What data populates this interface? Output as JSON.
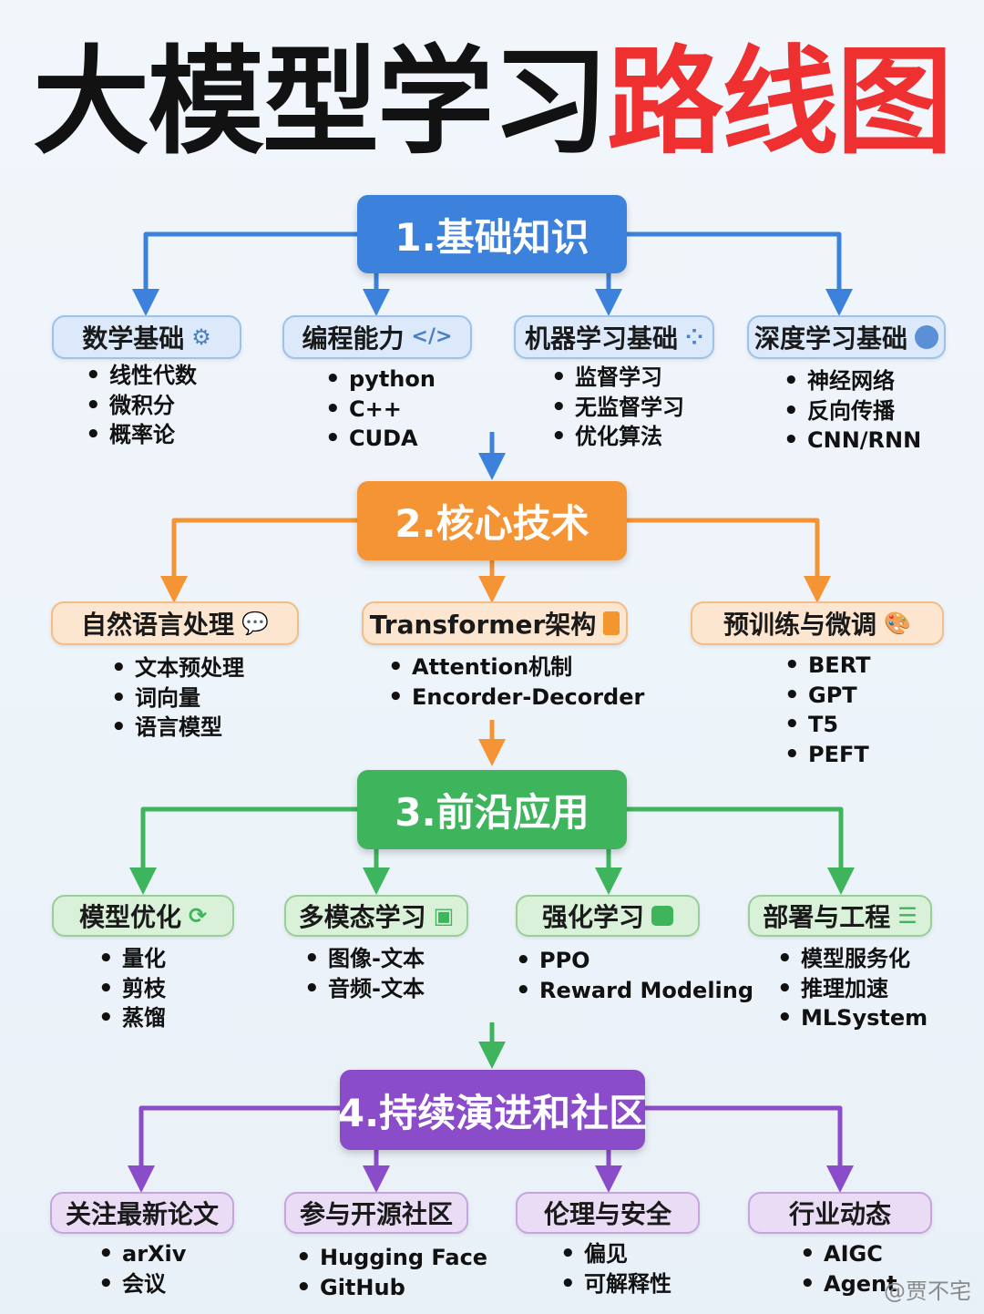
{
  "title": {
    "part1": "大模型学习",
    "part2": "路线图"
  },
  "colors": {
    "blue": "#3c82dc",
    "orange": "#f49434",
    "green": "#3eb45c",
    "purple": "#8a4cc8",
    "title_red": "#ee3030"
  },
  "stages": [
    {
      "label": "1.基础知识",
      "topics": [
        {
          "label": "数学基础",
          "icon": "gears-icon",
          "items": [
            "线性代数",
            "微积分",
            "概率论"
          ]
        },
        {
          "label": "编程能力",
          "icon": "code-icon",
          "items": [
            "python",
            "C++",
            "CUDA"
          ]
        },
        {
          "label": "机器学习基础",
          "icon": "scatter-plot-icon",
          "items": [
            "监督学习",
            "无监督学习",
            "优化算法"
          ]
        },
        {
          "label": "深度学习基础",
          "icon": "brain-icon",
          "items": [
            "神经网络",
            "反向传播",
            "CNN/RNN"
          ]
        }
      ]
    },
    {
      "label": "2.核心技术",
      "topics": [
        {
          "label": "自然语言处理",
          "icon": "chat-bubbles-icon",
          "items": [
            "文本预处理",
            "词向量",
            "语言模型"
          ]
        },
        {
          "label": "Transformer架构",
          "icon": "transformer-icon",
          "items": [
            "Attention机制",
            "Encorder-Decorder"
          ]
        },
        {
          "label": "预训练与微调",
          "icon": "palette-icon",
          "items": [
            "BERT",
            "GPT",
            "T5",
            "PEFT"
          ]
        }
      ]
    },
    {
      "label": "3.前沿应用",
      "topics": [
        {
          "label": "模型优化",
          "icon": "refresh-gear-icon",
          "items": [
            "量化",
            "剪枝",
            "蒸馏"
          ]
        },
        {
          "label": "多模态学习",
          "icon": "multimodal-icon",
          "items": [
            "图像-文本",
            "音频-文本"
          ]
        },
        {
          "label": "强化学习",
          "icon": "robot-icon",
          "items": [
            "PPO",
            "Reward Modeling"
          ]
        },
        {
          "label": "部署与工程",
          "icon": "server-icon",
          "items": [
            "模型服务化",
            "推理加速",
            "MLSystem"
          ]
        }
      ]
    },
    {
      "label": "4.持续演进和社区",
      "topics": [
        {
          "label": "关注最新论文",
          "icon": "",
          "items": [
            "arXiv",
            "会议"
          ]
        },
        {
          "label": "参与开源社区",
          "icon": "",
          "items": [
            "Hugging Face",
            "GitHub"
          ]
        },
        {
          "label": "伦理与安全",
          "icon": "",
          "items": [
            "偏见",
            "可解释性"
          ]
        },
        {
          "label": "行业动态",
          "icon": "",
          "items": [
            "AIGC",
            "Agent"
          ]
        }
      ]
    }
  ],
  "watermark": "@贾不宅"
}
